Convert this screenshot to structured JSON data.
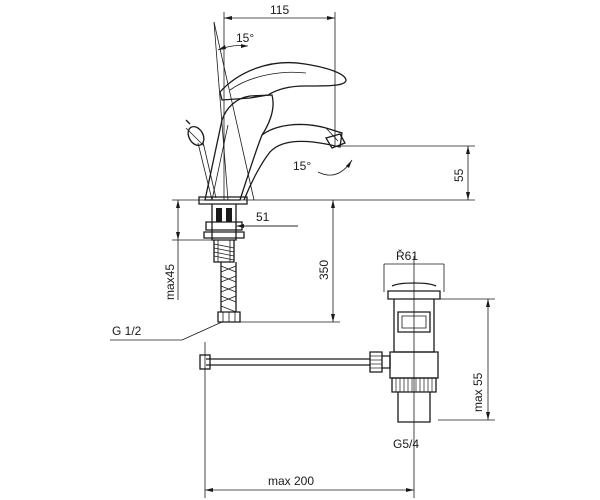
{
  "diagram": {
    "dimensions": {
      "faucet_width": "115",
      "handle_angle": "15°",
      "spout_angle": "15°",
      "spout_height": "55",
      "shank_offset": "51",
      "hose_length": "350",
      "shank_length": "max45",
      "thread_inlet": "G 1/2",
      "drain_diameter": "Ř61",
      "drain_height": "max 55",
      "drain_thread": "G5/4",
      "rod_length": "max 200"
    }
  }
}
